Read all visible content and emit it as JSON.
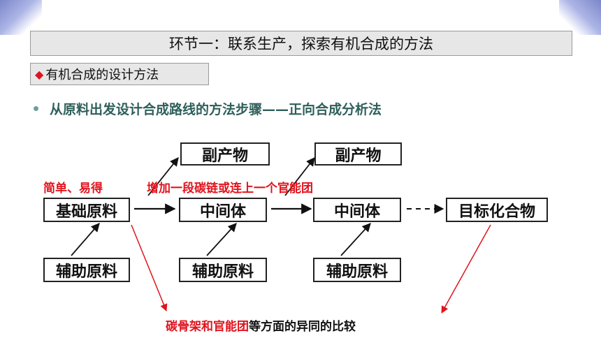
{
  "section_title": "环节一：联系生产，探索有机合成的方法",
  "subheading": {
    "marker": "◆",
    "text": "有机合成的设计方法"
  },
  "bullet": "从原料出发设计合成路线的方法步骤——正向合成分析法",
  "flow": {
    "byproduct_1": "副产物",
    "byproduct_2": "副产物",
    "raw_material": "基础原料",
    "intermediate_1": "中间体",
    "intermediate_2": "中间体",
    "target": "目标化合物",
    "aux_1": "辅助原料",
    "aux_2": "辅助原料",
    "aux_3": "辅助原料"
  },
  "annotations": {
    "simple": "简单、易得",
    "add_chain": "增加一段碳链或连上一个官能团",
    "compare_highlight": "碳骨架和官能团",
    "compare_rest": "等方面的异同的比较"
  },
  "colors": {
    "accent_red": "#e0141e",
    "bullet_teal": "#2e5f5b",
    "box_fill": "#e7e7e7"
  }
}
